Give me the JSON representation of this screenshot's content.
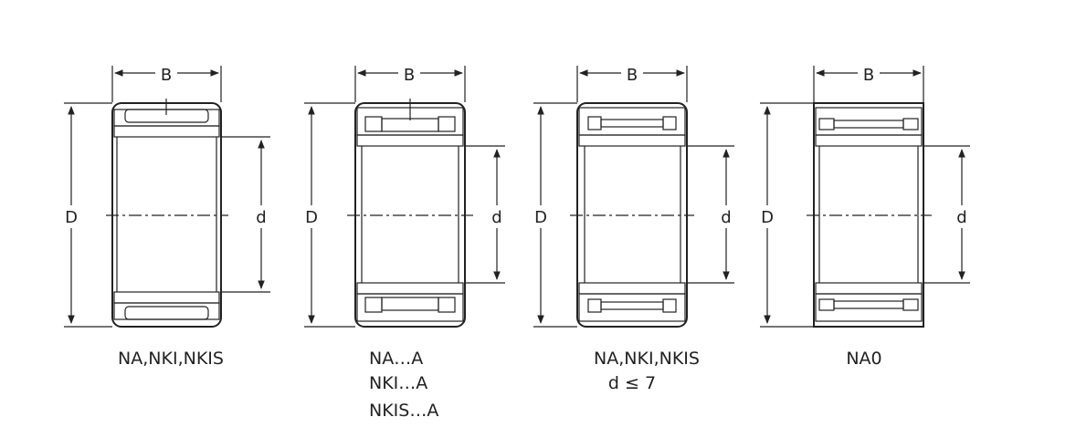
{
  "bearings": [
    {
      "id": "na-nki-nkis",
      "labels": {
        "B": "B",
        "D": "D",
        "d": "d"
      },
      "caption": [
        "NA,NKI,NKIS"
      ]
    },
    {
      "id": "na-a",
      "labels": {
        "B": "B",
        "D": "D",
        "d": "d"
      },
      "caption": [
        "NA…A",
        "NKI…A",
        "NKIS…A"
      ]
    },
    {
      "id": "na-nki-nkis-small",
      "labels": {
        "B": "B",
        "D": "D",
        "d": "d"
      },
      "caption": [
        "NA,NKI,NKIS",
        "d ≤ 7"
      ]
    },
    {
      "id": "na0",
      "labels": {
        "B": "B",
        "D": "D",
        "d": "d"
      },
      "caption": [
        "NA0"
      ]
    }
  ]
}
